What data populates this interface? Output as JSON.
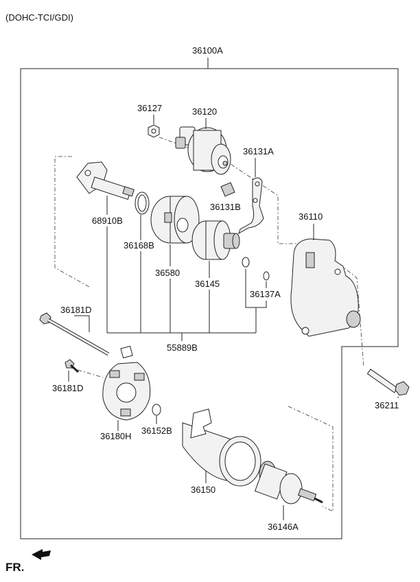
{
  "header": {
    "engine_variant": "(DOHC-TCI/GDI)"
  },
  "assembly": {
    "code": "36100A"
  },
  "parts": {
    "nut": "36127",
    "solenoid": "36120",
    "lever": "36131A",
    "plunger_pin": "36131B",
    "bracket_bolt_plate": "68910B",
    "shim_ring": "36168B",
    "gear_housing": "36580",
    "clutch": "36145",
    "retainer": "36137A",
    "front_housing": "36110",
    "through_bolt": "36181D",
    "brush_screw": "36181D",
    "gear_kit": "55889B",
    "brush_holder": "36180H",
    "washer": "36152B",
    "yoke": "36150",
    "armature": "36146A",
    "mount_bolt": "36211"
  },
  "direction": {
    "label": "FR."
  }
}
